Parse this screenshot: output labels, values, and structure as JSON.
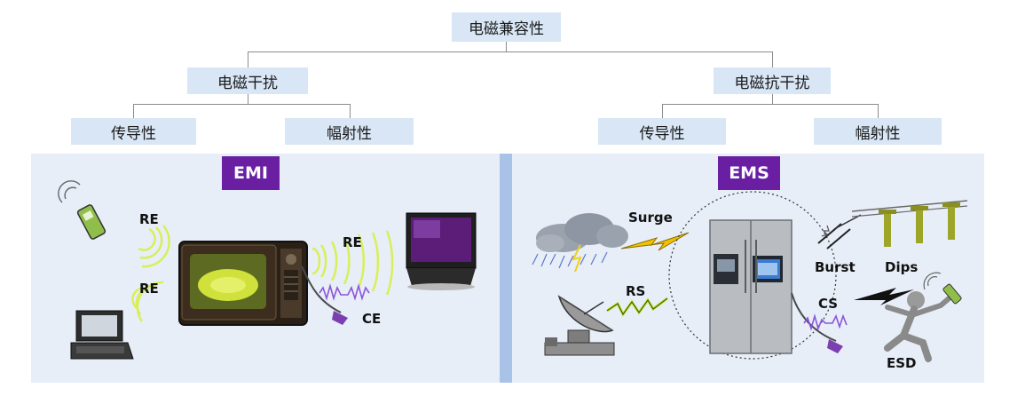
{
  "tree": {
    "root": "电磁兼容性",
    "left": {
      "label": "电磁干扰",
      "children": [
        "传导性",
        "幅射性"
      ]
    },
    "right": {
      "label": "电磁抗干扰",
      "children": [
        "传导性",
        "幅射性"
      ]
    }
  },
  "emi": {
    "badge": "EMI",
    "labels": {
      "re_phone": "RE",
      "re_laptop": "RE",
      "re_tv": "RE",
      "ce": "CE"
    }
  },
  "ems": {
    "badge": "EMS",
    "labels": {
      "surge": "Surge",
      "rs": "RS",
      "burst": "Burst",
      "dips": "Dips",
      "cs": "CS",
      "esd": "ESD"
    }
  },
  "colors": {
    "badge": "#6a1fa3",
    "box": "#d8e6f5",
    "panel": "#e7eef8",
    "divider": "#a9c3e8",
    "wave": "#d8ef5a"
  }
}
